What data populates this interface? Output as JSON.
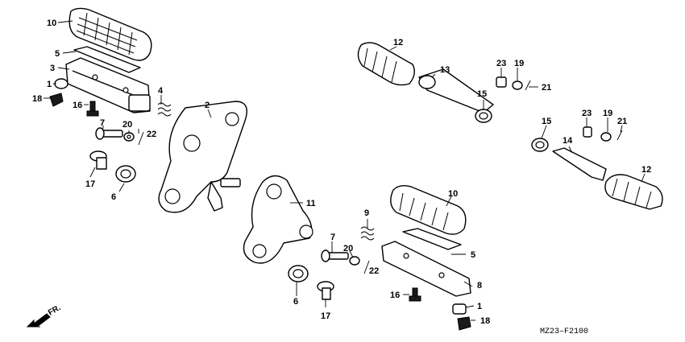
{
  "callouts": {
    "c10a": "10",
    "c5a": "5",
    "c3": "3",
    "c1a": "1",
    "c18a": "18",
    "c4": "4",
    "c16a": "16",
    "c7a": "7",
    "c20a": "20",
    "c22a": "22",
    "c17a": "17",
    "c6a": "6",
    "c2": "2",
    "c12a": "12",
    "c13": "13",
    "c23a": "23",
    "c19a": "19",
    "c21a": "21",
    "c15a": "15",
    "c15b": "15",
    "c23b": "23",
    "c19b": "19",
    "c21b": "21",
    "c14": "14",
    "c12b": "12",
    "c11": "11",
    "c10b": "10",
    "c9": "9",
    "c7b": "7",
    "c20b": "20",
    "c5b": "5",
    "c22b": "22",
    "c8": "8",
    "c16b": "16",
    "c1b": "1",
    "c6b": "6",
    "c17b": "17",
    "c18b": "18"
  },
  "diagram_code": "MZ23–F2100",
  "front_label": "FR.",
  "icons": {
    "front_arrow": "arrow-left-down-icon"
  }
}
